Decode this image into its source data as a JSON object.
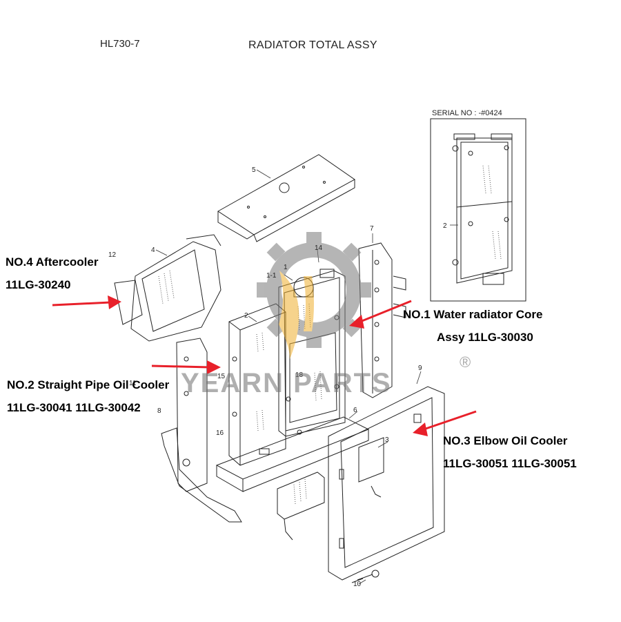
{
  "header": {
    "model": "HL730-7",
    "title": "RADIATOR TOTAL ASSY"
  },
  "inset": {
    "serial_label": "SERIAL NO : -#0424"
  },
  "annotations": {
    "no1_title": "NO.1 Water radiator Core",
    "no1_part": "Assy 11LG-30030",
    "no2_title": "NO.2 Straight Pipe Oil Cooler",
    "no2_part": "11LG-30041 11LG-30042",
    "no3_title": "NO.3 Elbow Oil Cooler",
    "no3_part": "11LG-30051 11LG-30051",
    "no4_title": "NO.4 Aftercooler",
    "no4_part": "11LG-30240"
  },
  "callouts": {
    "c1": "1",
    "c1_1": "1-1",
    "c2": "2",
    "c3": "3",
    "c4": "4",
    "c5": "5",
    "c6": "6",
    "c7": "7",
    "c8": "8",
    "c9": "9",
    "c10": "10",
    "c11": "11",
    "c12": "12",
    "c14": "14",
    "c15": "15",
    "c16": "16",
    "c18": "18",
    "inset_c2": "2"
  },
  "watermark": {
    "text": "YEARN PARTS",
    "registered": "®"
  },
  "colors": {
    "arrow": "#e8202a",
    "line": "#222222",
    "watermark_gear": "#7a7a7a",
    "watermark_flame": "#f0b030"
  }
}
